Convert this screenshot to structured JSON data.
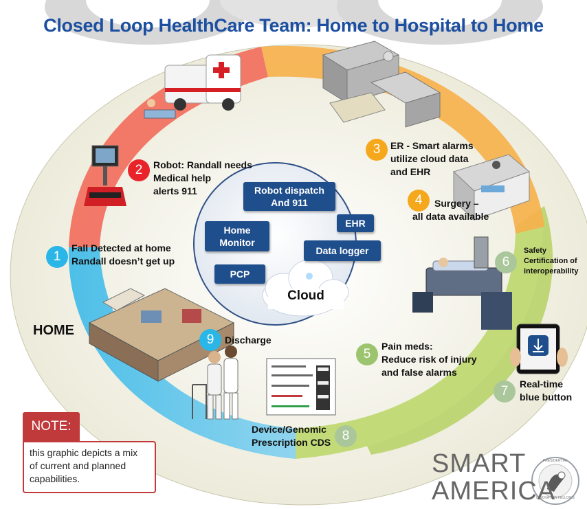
{
  "title": "Closed Loop HealthCare Team: Home to Hospital to Home",
  "home_label": "HOME",
  "center": {
    "boxes": [
      {
        "id": "robot-dispatch",
        "lines": [
          "Robot dispatch",
          "And 911"
        ]
      },
      {
        "id": "ehr",
        "lines": [
          "EHR"
        ]
      },
      {
        "id": "home-monitor",
        "lines": [
          "Home",
          "Monitor"
        ]
      },
      {
        "id": "data-logger",
        "lines": [
          "Data logger"
        ]
      },
      {
        "id": "pcp",
        "lines": [
          "PCP"
        ]
      }
    ],
    "cloud_label": "Cloud"
  },
  "steps": [
    {
      "num": "1",
      "color": "#2bb6e8",
      "lines": [
        "Fall Detected at home",
        "Randall doesn’t get up"
      ]
    },
    {
      "num": "2",
      "color": "#e8232a",
      "lines": [
        "Robot: Randall needs",
        "Medical help",
        "alerts 911"
      ]
    },
    {
      "num": "3",
      "color": "#f6a81c",
      "lines": [
        "ER - Smart alarms",
        "utilize cloud data",
        "and EHR"
      ]
    },
    {
      "num": "4",
      "color": "#f6a81c",
      "lines": [
        "Surgery –",
        "all data available"
      ]
    },
    {
      "num": "5",
      "color": "#9cc46e",
      "lines": [
        "Pain meds:",
        "Reduce risk of injury",
        "and false alarms"
      ]
    },
    {
      "num": "6",
      "color": "#a9c79a",
      "lines": [
        "Safety",
        "Certification of",
        "interoperability"
      ]
    },
    {
      "num": "7",
      "color": "#a9c79a",
      "lines": [
        "Real-time",
        "blue button"
      ]
    },
    {
      "num": "8",
      "color": "#a9c79a",
      "lines": [
        "Device/Genomic",
        "Prescription CDS"
      ]
    },
    {
      "num": "9",
      "color": "#2bb6e8",
      "lines": [
        "Discharge"
      ]
    }
  ],
  "note": {
    "heading": "NOTE:",
    "lines": [
      "this graphic depicts a mix",
      "of current and planned",
      "capabilities."
    ]
  },
  "brand": {
    "line1": "SMART",
    "line2": "AMERICA"
  },
  "seal_lines": [
    "PRESIDENTIAL",
    "INNOVATION FELLOWS"
  ],
  "colors": {
    "title": "#1c4fa0",
    "arc_red": "#f26b5b",
    "arc_orange": "#f6b04a",
    "arc_green": "#b8d36a",
    "arc_blue": "#5cc4e8",
    "box_blue": "#1f4e8c",
    "note_red": "#c0393b",
    "bg_oval": "#efeede"
  }
}
